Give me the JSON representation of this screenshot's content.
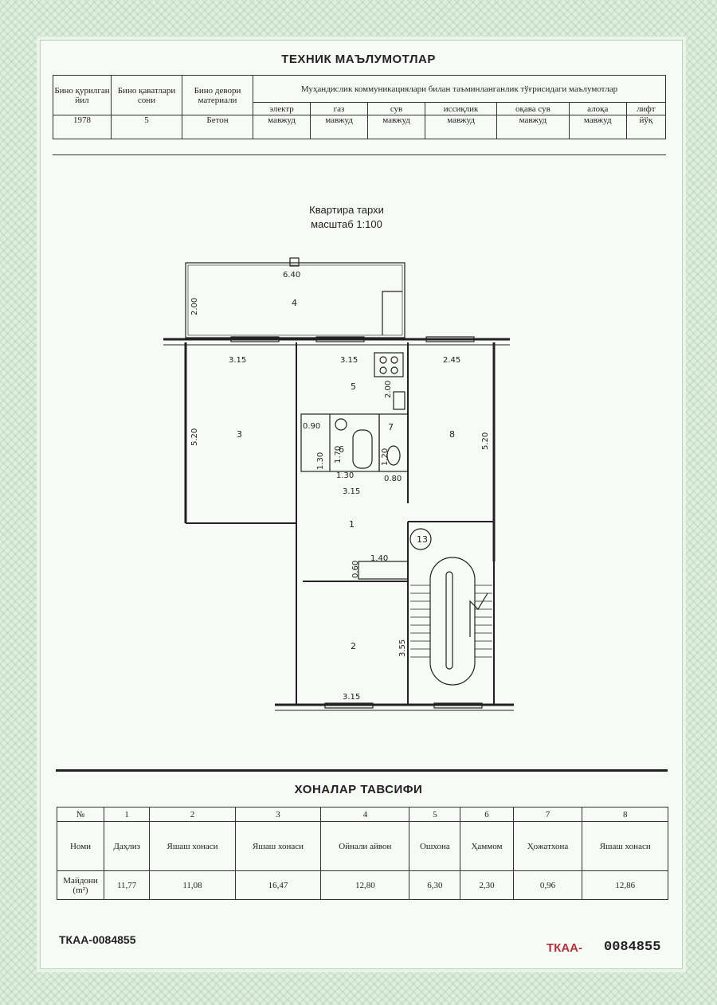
{
  "header": {
    "title": "ТЕХНИК МАЪЛУМОТЛАР"
  },
  "building_table": {
    "col_year": "Бино қурилган йил",
    "col_floors": "Бино қаватлари сони",
    "col_wall": "Бино девори материали",
    "utilities_header": "Муҳандислик коммуникациялари билан таъминланганлик тўғрисидаги маълумотлар",
    "utility_names": [
      "электр",
      "газ",
      "сув",
      "иссиқлик",
      "оқава сув",
      "алоқа",
      "лифт"
    ],
    "year": "1978",
    "floors": "5",
    "wall": "Бетон",
    "utility_values": [
      "мавжуд",
      "мавжуд",
      "мавжуд",
      "мавжуд",
      "мавжуд",
      "мавжуд",
      "йўқ"
    ]
  },
  "plan": {
    "title": "Квартира тархи",
    "scale": "масштаб 1:100",
    "room_numbers": [
      "1",
      "2",
      "3",
      "4",
      "5",
      "6",
      "7",
      "8"
    ],
    "stair_number": "13",
    "dimensions": {
      "balcony_w": "6.40",
      "balcony_d": "2.00",
      "r3_w": "3.15",
      "r3_d": "5.20",
      "r5_w": "3.15",
      "r5_d": "2.00",
      "r8_w": "2.45",
      "r8_d": "5.20",
      "r6_w": "1.30",
      "r6_d": "1.70",
      "r6_side": "1.30",
      "bath_gap": "0.90",
      "r7_w": "0.80",
      "r7_d": "1.20",
      "hall_w": "3.15",
      "closet_w": "1.40",
      "closet_d": "0.60",
      "r2_w": "3.15",
      "r2_d": "3.55"
    }
  },
  "rooms_section": {
    "title": "ХОНАЛАР ТАВСИФИ"
  },
  "rooms_table": {
    "col_no": "№",
    "row_name_label": "Номи",
    "row_area_label": "Майдони (m²)",
    "numbers": [
      "1",
      "2",
      "3",
      "4",
      "5",
      "6",
      "7",
      "8"
    ],
    "names": [
      "Даҳлиз",
      "Яшаш хонаси",
      "Яшаш хонаси",
      "Ойнали айвон",
      "Ошхона",
      "Ҳаммом",
      "Ҳожатхона",
      "Яшаш хонаси"
    ],
    "areas": [
      "11,77",
      "11,08",
      "16,47",
      "12,80",
      "6,30",
      "2,30",
      "0,96",
      "12,86"
    ]
  },
  "footer": {
    "code_left": "ТКАА-0084855",
    "code_right_prefix": "ТКАА-",
    "code_right_number": "0084855"
  },
  "colors": {
    "border_green": "#a9cfae",
    "stamp_red": "#b0323a",
    "ink": "#222222"
  }
}
